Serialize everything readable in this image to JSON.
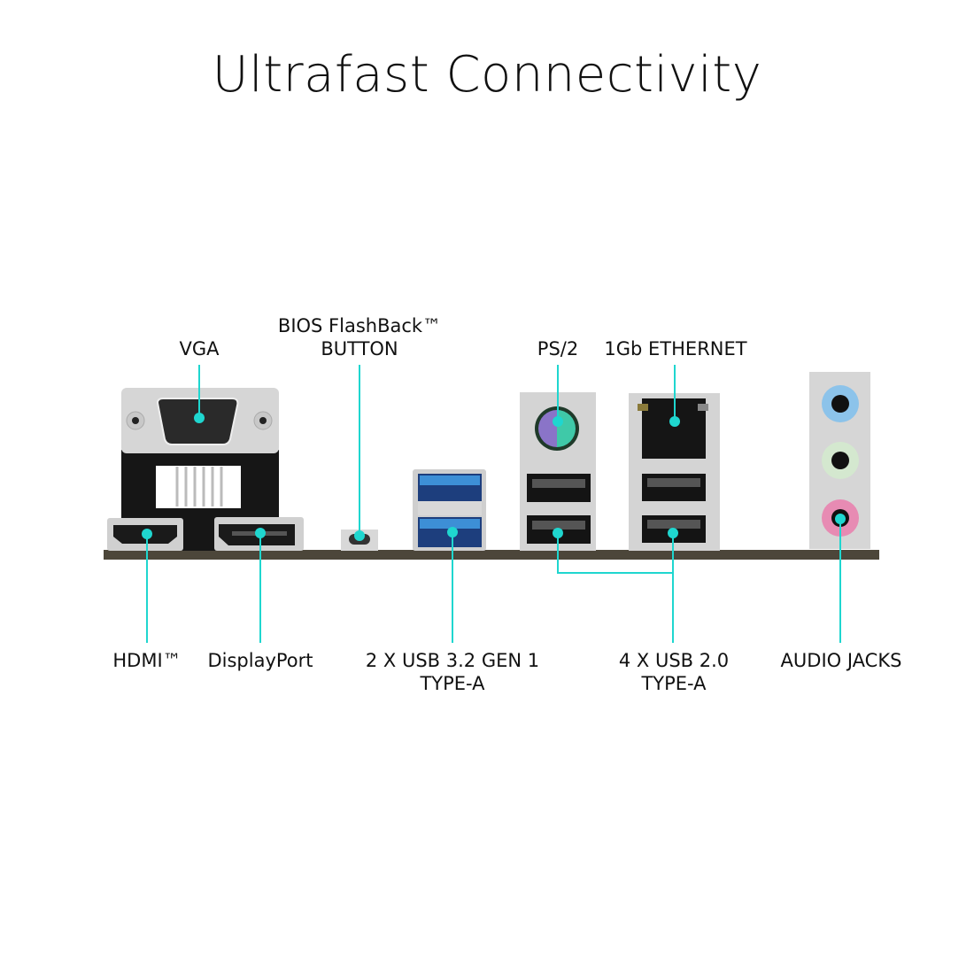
{
  "title": "Ultrafast Connectivity",
  "accent_color": "#1fd6cf",
  "labels": {
    "vga": "VGA",
    "bios_line1": "BIOS FlashBack™",
    "bios_line2": "BUTTON",
    "ps2": "PS/2",
    "ethernet": "1Gb ETHERNET",
    "hdmi": "HDMI™",
    "displayport": "DisplayPort",
    "usb3_line1": "2 X USB 3.2 GEN 1",
    "usb3_line2": "TYPE-A",
    "usb2_line1": "4 X USB 2.0",
    "usb2_line2": "TYPE-A",
    "audio": "AUDIO JACKS"
  }
}
